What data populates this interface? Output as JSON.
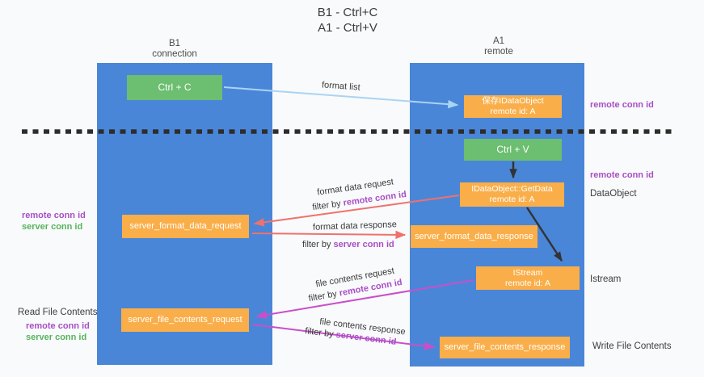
{
  "title": {
    "line1": "B1 - Ctrl+C",
    "line2": "A1 - Ctrl+V"
  },
  "columns": {
    "left": {
      "name": "B1",
      "role": "connection"
    },
    "right": {
      "name": "A1",
      "role": "remote"
    }
  },
  "nodes": {
    "ctrl_c": {
      "label": "Ctrl + C"
    },
    "ctrl_v": {
      "label": "Ctrl + V"
    },
    "save_idataobject": {
      "line1": "保存IDataObject",
      "line2": "remote id: A"
    },
    "getdata": {
      "line1": "IDataObject::GetData",
      "line2": "remote id: A"
    },
    "istream": {
      "line1": "IStream",
      "line2": "remote id: A"
    },
    "format_request": {
      "label": "server_format_data_request"
    },
    "format_response": {
      "label": "server_format_data_response"
    },
    "file_request": {
      "label": "server_file_contents_request"
    },
    "file_response": {
      "label": "server_file_contents_response"
    }
  },
  "flow_labels": {
    "format_list": "format list",
    "format_data_request": "format data request",
    "format_data_response": "format data response",
    "file_contents_request": "file contents request",
    "file_contents_response": "file contents response",
    "filter_by": "filter by",
    "remote_conn_id": "remote conn id",
    "server_conn_id": "server conn id"
  },
  "side_labels": {
    "left": {
      "remote_conn_id": "remote conn id",
      "server_conn_id": "server conn id",
      "read_file_contents": "Read File Contents"
    },
    "right": {
      "remote_conn_id_top": "remote conn id",
      "remote_conn_id_mid": "remote conn id",
      "dataobject": "DataObject",
      "istream": "Istream",
      "write_file_contents": "Write File Contents"
    }
  },
  "colors": {
    "column_blue": "#4A86D8",
    "box_green": "#6CBE70",
    "box_orange": "#F9AE49",
    "arrow_salmon": "#F0716C",
    "arrow_magenta": "#C94FC9",
    "arrow_lightblue": "#A9D4F3",
    "arrow_black": "#333333",
    "label_purple": "#A84EC6",
    "label_green": "#56B45C"
  }
}
